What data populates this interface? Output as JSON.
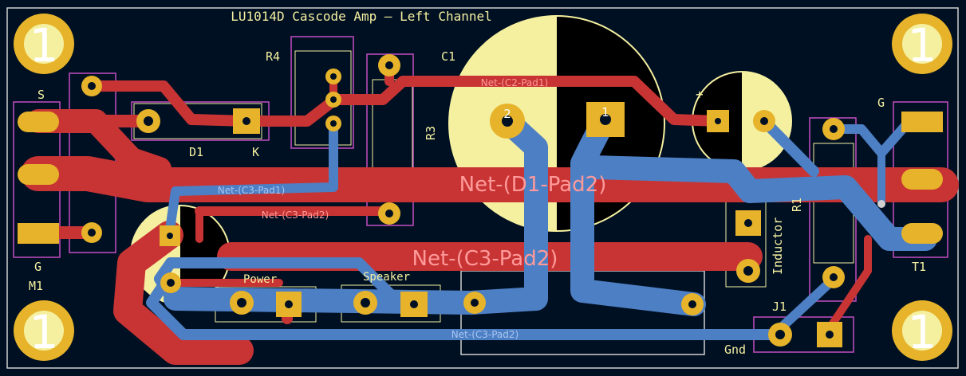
{
  "board": {
    "title": "LU1014D Cascode Amp — Left Channel",
    "colors": {
      "background": "#001023",
      "front_copper": "#c83434",
      "back_copper": "#4d7fc4",
      "pad": "#e6b32a",
      "silkscreen": "#f5f0a0",
      "courtyard": "#c24ec2",
      "fab_outline": "#d0d0d0"
    }
  },
  "mounting_holes": {
    "label": "1"
  },
  "components": {
    "R4": "R4",
    "C1": "C1",
    "D1": "D1",
    "K": "K",
    "R3": "R3",
    "R1": "R1",
    "Inductor": "Inductor",
    "J1": "J1",
    "Gnd": "Gnd",
    "T1": "T1",
    "M1": "M1",
    "S": "S",
    "G_left": "G",
    "G_right": "G",
    "power": "Power",
    "speaker": "Speaker",
    "c1_pad2": "2",
    "c1_pad1": "1",
    "pin_num": "1"
  },
  "nets": {
    "c2_pad1": "Net-(C2-Pad1)",
    "c3_pad1": "Net-(C3-Pad1)",
    "c3_pad2_top": "Net-(C3-Pad2)",
    "d1_pad2_big": "Net-(D1-Pad2)",
    "c3_pad2_big": "Net-(C3-Pad2)",
    "c3_pad2_bottom": "Net-(C3-Pad2)"
  }
}
